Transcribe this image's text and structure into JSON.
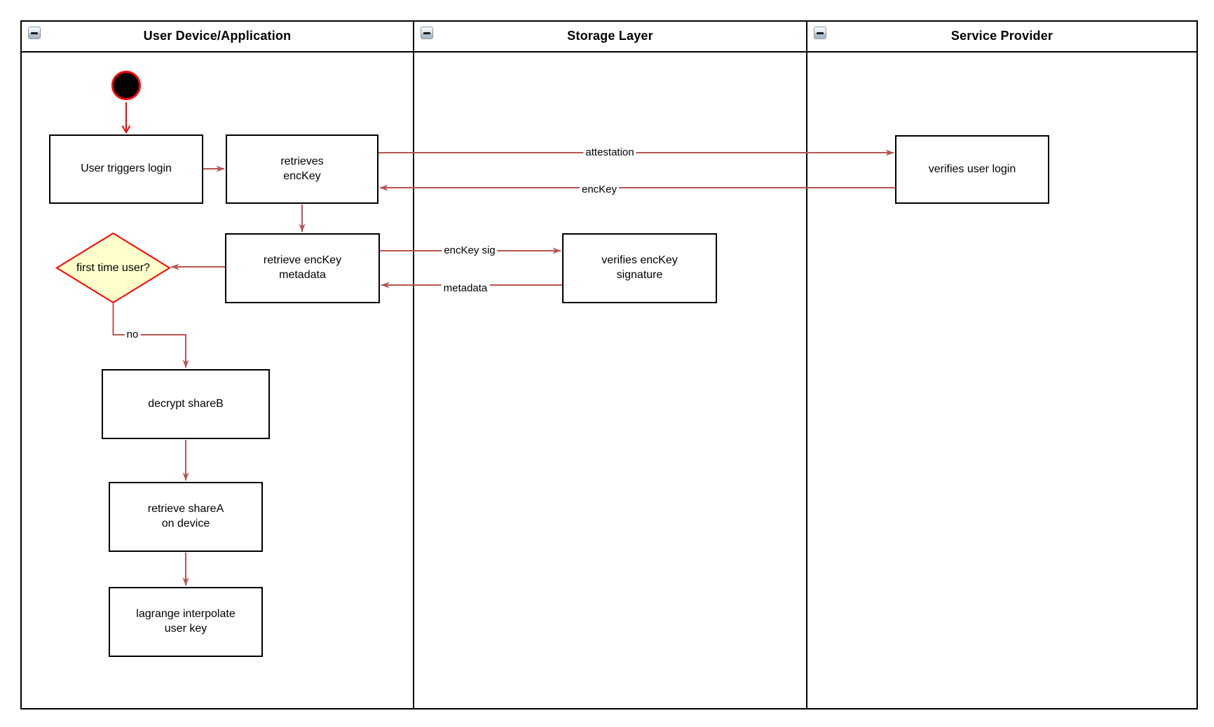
{
  "colors": {
    "connector": "#b85450",
    "accent": "#ff0000",
    "decision_fill": "#ffffcc",
    "shape_border": "#000000",
    "background": "#ffffff"
  },
  "lanes": [
    {
      "title": "User Device/Application"
    },
    {
      "title": "Storage Layer"
    },
    {
      "title": "Service Provider"
    }
  ],
  "nodes": {
    "user_triggers_login": "User triggers login",
    "retrieves_enckey": "retrieves\nencKey",
    "verifies_user_login": "verifies user login",
    "retrieve_enckey_metadata": "retrieve encKey\nmetadata",
    "verifies_enckey_signature": "verifies encKey\nsignature",
    "first_time_user": "first time\nuser?",
    "decrypt_shareb": "decrypt shareB",
    "retrieve_sharea_on_device": "retrieve shareA\non device",
    "lagrange_interpolate_user_key": "lagrange interpolate\nuser key"
  },
  "edge_labels": {
    "attestation": "attestation",
    "enckey": "encKey",
    "enckey_sig": "encKey sig",
    "metadata": "metadata",
    "no": "no"
  }
}
